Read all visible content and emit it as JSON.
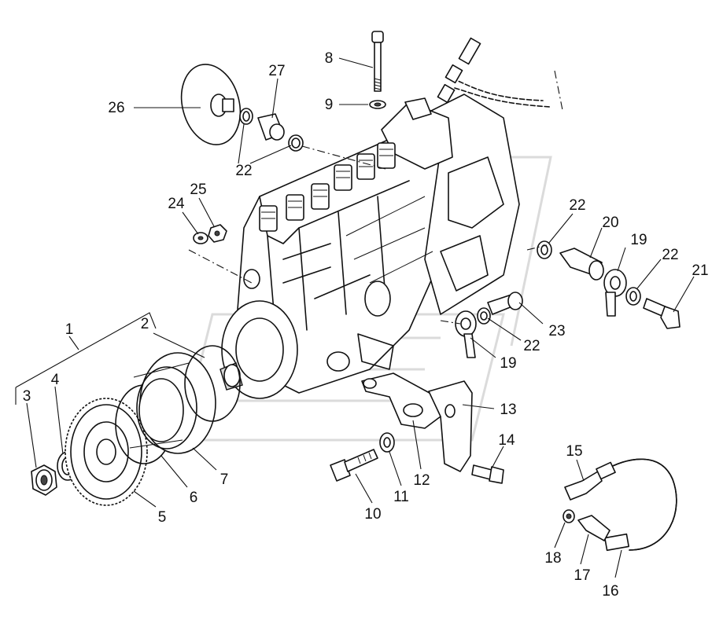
{
  "diagram": {
    "callouts": [
      "1",
      "2",
      "3",
      "4",
      "5",
      "6",
      "7",
      "8",
      "9",
      "10",
      "11",
      "12",
      "13",
      "14",
      "15",
      "16",
      "17",
      "18",
      "19",
      "19",
      "20",
      "21",
      "22",
      "22",
      "22",
      "22",
      "23",
      "24",
      "25",
      "26",
      "27"
    ]
  }
}
